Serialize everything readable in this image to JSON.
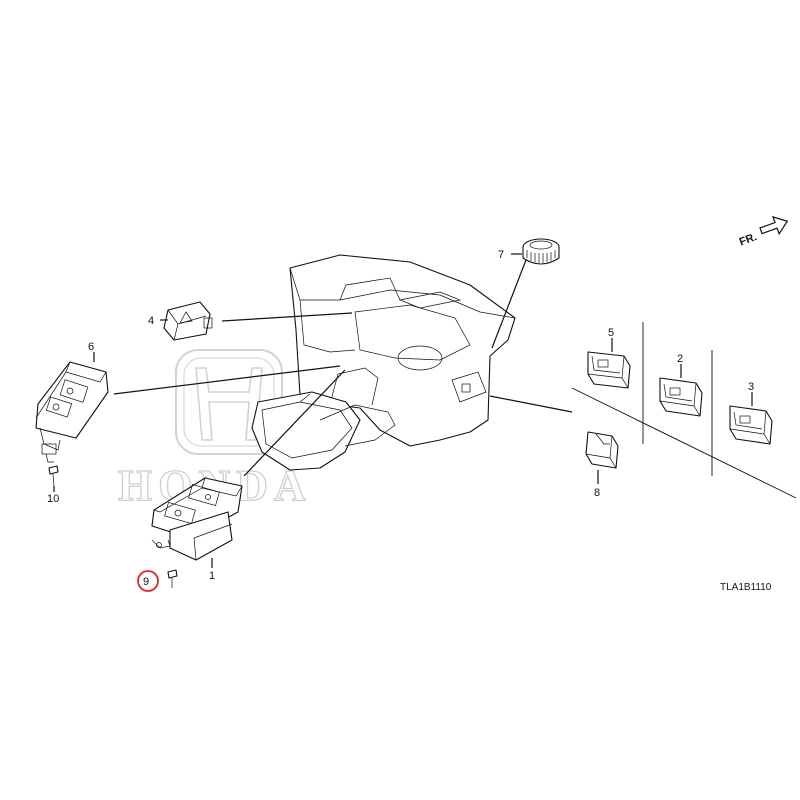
{
  "diagram": {
    "drawing_code": "TLA1B1110",
    "direction_label": "FR.",
    "watermark_text": "HONDA",
    "highlight_color": "#e0242b",
    "highlighted_callout": "9",
    "callouts": {
      "c1": "1",
      "c2": "2",
      "c3": "3",
      "c4": "4",
      "c5": "5",
      "c6": "6",
      "c7": "7",
      "c8": "8",
      "c9": "9",
      "c10": "10"
    }
  }
}
